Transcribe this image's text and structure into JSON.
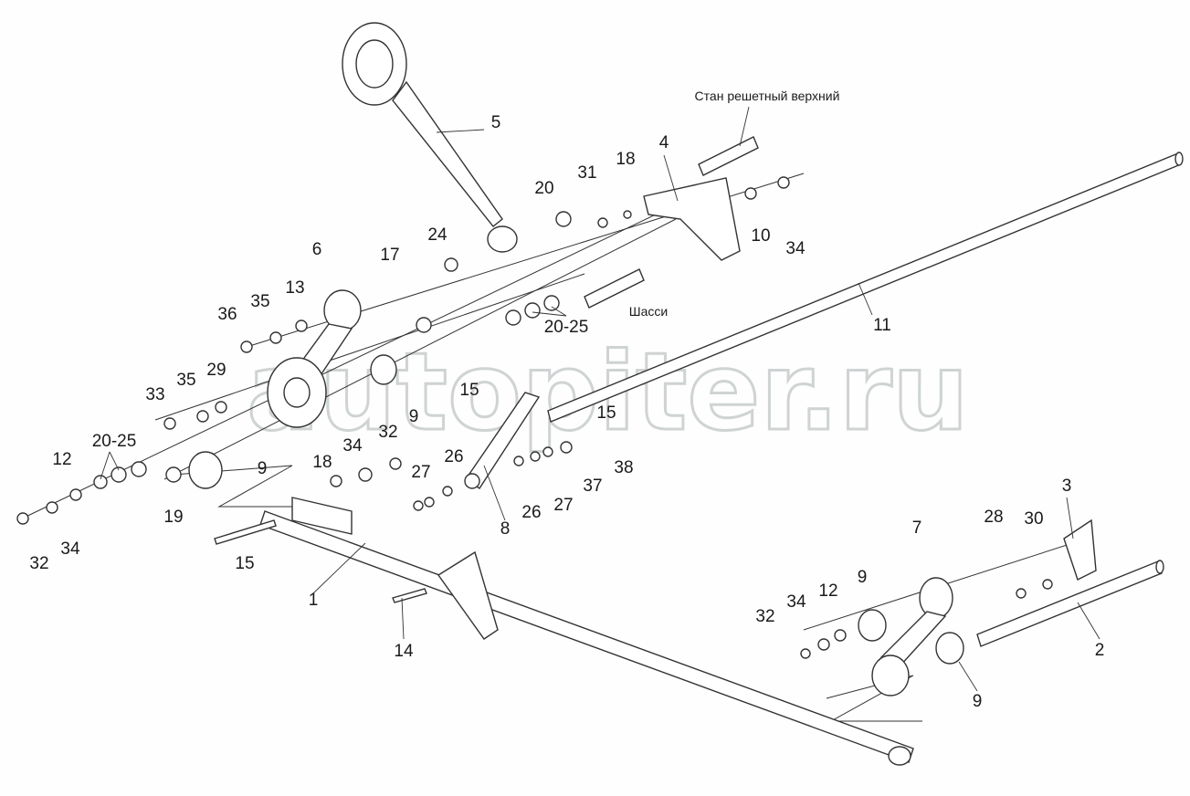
{
  "diagram": {
    "watermark": "autopiter.ru",
    "notes": {
      "upper_sieve": "Стан решетный верхний",
      "chassis": "Шасси"
    },
    "callouts": [
      "5",
      "4",
      "18",
      "31",
      "20",
      "10",
      "34",
      "24",
      "6",
      "17",
      "13",
      "35",
      "36",
      "20-25",
      "11",
      "29",
      "35",
      "33",
      "15",
      "9",
      "15",
      "20-25",
      "32",
      "34",
      "12",
      "26",
      "18",
      "9",
      "38",
      "27",
      "37",
      "27",
      "26",
      "8",
      "19",
      "15",
      "32",
      "34",
      "1",
      "14",
      "3",
      "7",
      "28",
      "30",
      "9",
      "34",
      "12",
      "32",
      "2",
      "9"
    ]
  }
}
